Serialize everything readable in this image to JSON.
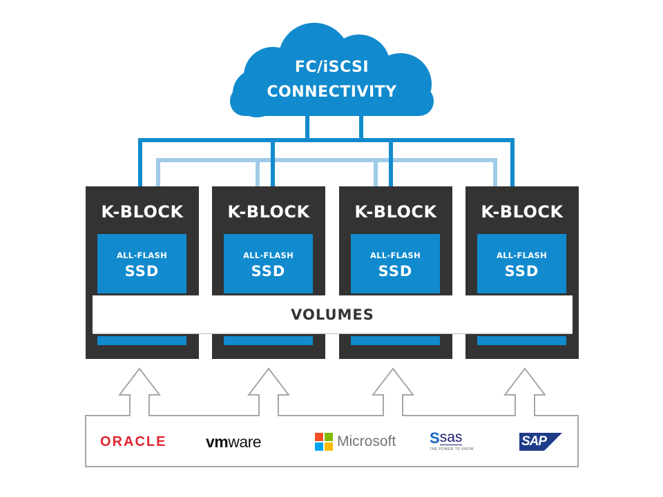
{
  "cloud": {
    "line1": "FC/iSCSI",
    "line2": "CONNECTIVITY",
    "icon": "cloud-icon"
  },
  "blocks": [
    {
      "title": "K-BLOCK",
      "ssd_label_small": "ALL-FLASH",
      "ssd_label_big": "SSD"
    },
    {
      "title": "K-BLOCK",
      "ssd_label_small": "ALL-FLASH",
      "ssd_label_big": "SSD"
    },
    {
      "title": "K-BLOCK",
      "ssd_label_small": "ALL-FLASH",
      "ssd_label_big": "SSD"
    },
    {
      "title": "K-BLOCK",
      "ssd_label_small": "ALL-FLASH",
      "ssd_label_big": "SSD"
    }
  ],
  "volumes": {
    "label": "VOLUMES"
  },
  "applications": {
    "oracle": "ORACLE",
    "vmware_bold": "vm",
    "vmware_light": "ware",
    "microsoft": "Microsoft",
    "sas_mark": "S",
    "sas_word": "sas",
    "sas_tagline": "THE POWER TO KNOW.",
    "sap": "SAP"
  },
  "colors": {
    "connector_dark": "#118ace",
    "connector_light": "#9fcbe8",
    "block": "#333333",
    "ssd": "#118ace",
    "arrow_outline": "#a6a6a6",
    "ms_red": "#f25022",
    "ms_green": "#7fba00",
    "ms_blue": "#00a4ef",
    "ms_yellow": "#ffb900",
    "sap_navy": "#1e3c8a"
  }
}
